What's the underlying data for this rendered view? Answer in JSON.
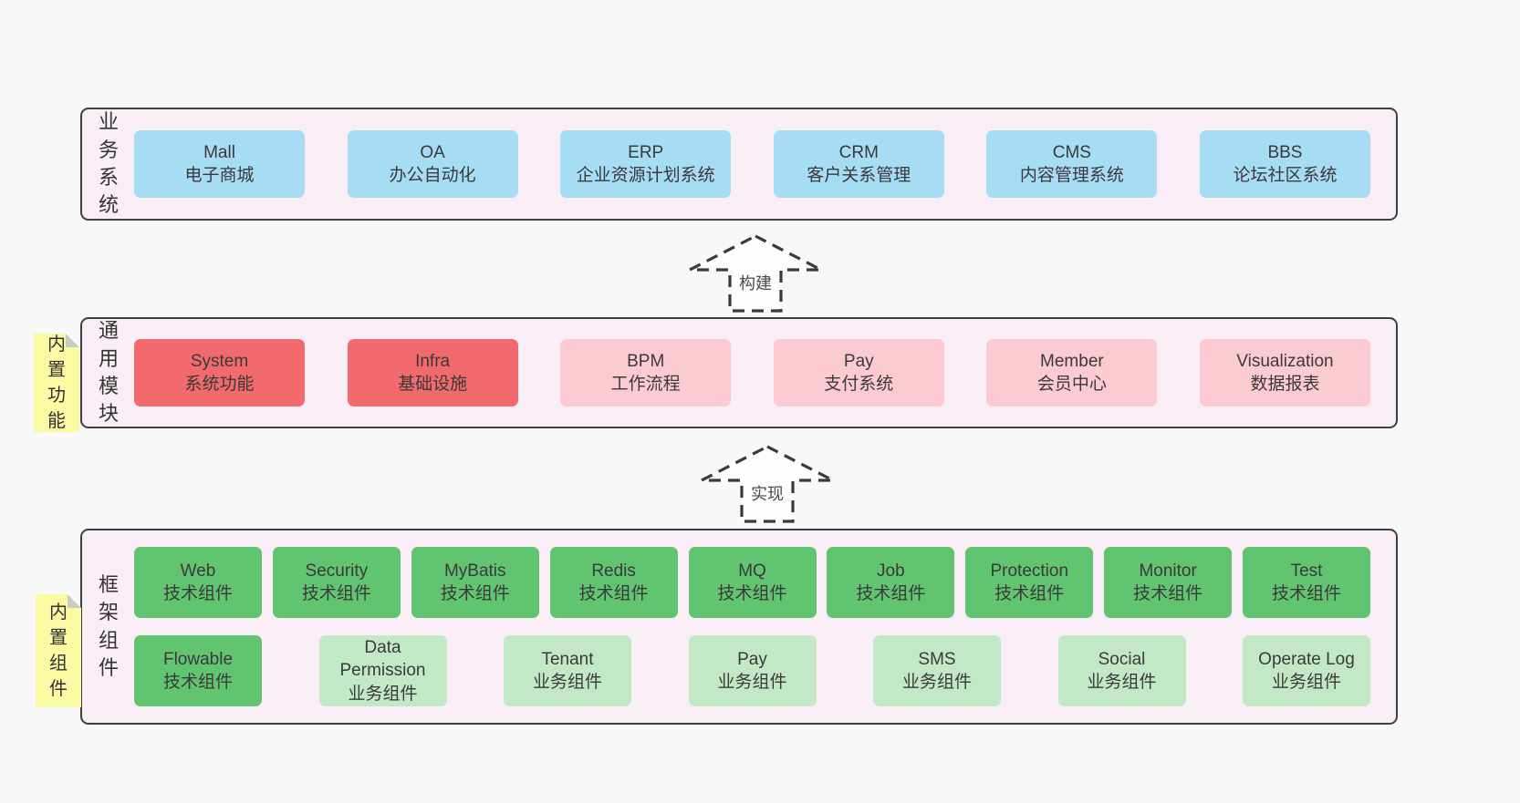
{
  "colors": {
    "bandBg": "#f9edf6",
    "line": "#3f3f3f",
    "blue": "#a7dcf5",
    "red": "#f2696e",
    "pink": "#fccad3",
    "green": "#61c471",
    "lightGreen": "#c3e8c6",
    "note": "#fafaa2",
    "fold": "#c9c9c9"
  },
  "arrows": [
    {
      "label": "构建"
    },
    {
      "label": "实现"
    }
  ],
  "bands": [
    {
      "label": "业务系统",
      "boxes": [
        {
          "title": "Mall",
          "subtitle": "电子商城",
          "type": "blue"
        },
        {
          "title": "OA",
          "subtitle": "办公自动化",
          "type": "blue"
        },
        {
          "title": "ERP",
          "subtitle": "企业资源计划系统",
          "type": "blue"
        },
        {
          "title": "CRM",
          "subtitle": "客户关系管理",
          "type": "blue"
        },
        {
          "title": "CMS",
          "subtitle": "内容管理系统",
          "type": "blue"
        },
        {
          "title": "BBS",
          "subtitle": "论坛社区系统",
          "type": "blue"
        }
      ]
    },
    {
      "label": "通用模块",
      "note": "内置功能",
      "boxes": [
        {
          "title": "System",
          "subtitle": "系统功能",
          "type": "red"
        },
        {
          "title": "Infra",
          "subtitle": "基础设施",
          "type": "red"
        },
        {
          "title": "BPM",
          "subtitle": "工作流程",
          "type": "pink"
        },
        {
          "title": "Pay",
          "subtitle": "支付系统",
          "type": "pink"
        },
        {
          "title": "Member",
          "subtitle": "会员中心",
          "type": "pink"
        },
        {
          "title": "Visualization",
          "subtitle": "数据报表",
          "type": "pink"
        }
      ]
    },
    {
      "label": "框架组件",
      "note": "内置组件",
      "boxes": [
        {
          "title": "Web",
          "subtitle": "技术组件",
          "type": "green"
        },
        {
          "title": "Security",
          "subtitle": "技术组件",
          "type": "green"
        },
        {
          "title": "MyBatis",
          "subtitle": "技术组件",
          "type": "green"
        },
        {
          "title": "Redis",
          "subtitle": "技术组件",
          "type": "green"
        },
        {
          "title": "MQ",
          "subtitle": "技术组件",
          "type": "green"
        },
        {
          "title": "Job",
          "subtitle": "技术组件",
          "type": "green"
        },
        {
          "title": "Protection",
          "subtitle": "技术组件",
          "type": "green"
        },
        {
          "title": "Monitor",
          "subtitle": "技术组件",
          "type": "green"
        },
        {
          "title": "Test",
          "subtitle": "技术组件",
          "type": "green"
        },
        {
          "title": "Flowable",
          "subtitle": "技术组件",
          "type": "green"
        },
        {
          "title": "Data Permission",
          "subtitle": "业务组件",
          "type": "lightgreen"
        },
        {
          "title": "Tenant",
          "subtitle": "业务组件",
          "type": "lightgreen"
        },
        {
          "title": "Pay",
          "subtitle": "业务组件",
          "type": "lightgreen"
        },
        {
          "title": "SMS",
          "subtitle": "业务组件",
          "type": "lightgreen"
        },
        {
          "title": "Social",
          "subtitle": "业务组件",
          "type": "lightgreen"
        },
        {
          "title": "Operate Log",
          "subtitle": "业务组件",
          "type": "lightgreen"
        }
      ]
    }
  ]
}
